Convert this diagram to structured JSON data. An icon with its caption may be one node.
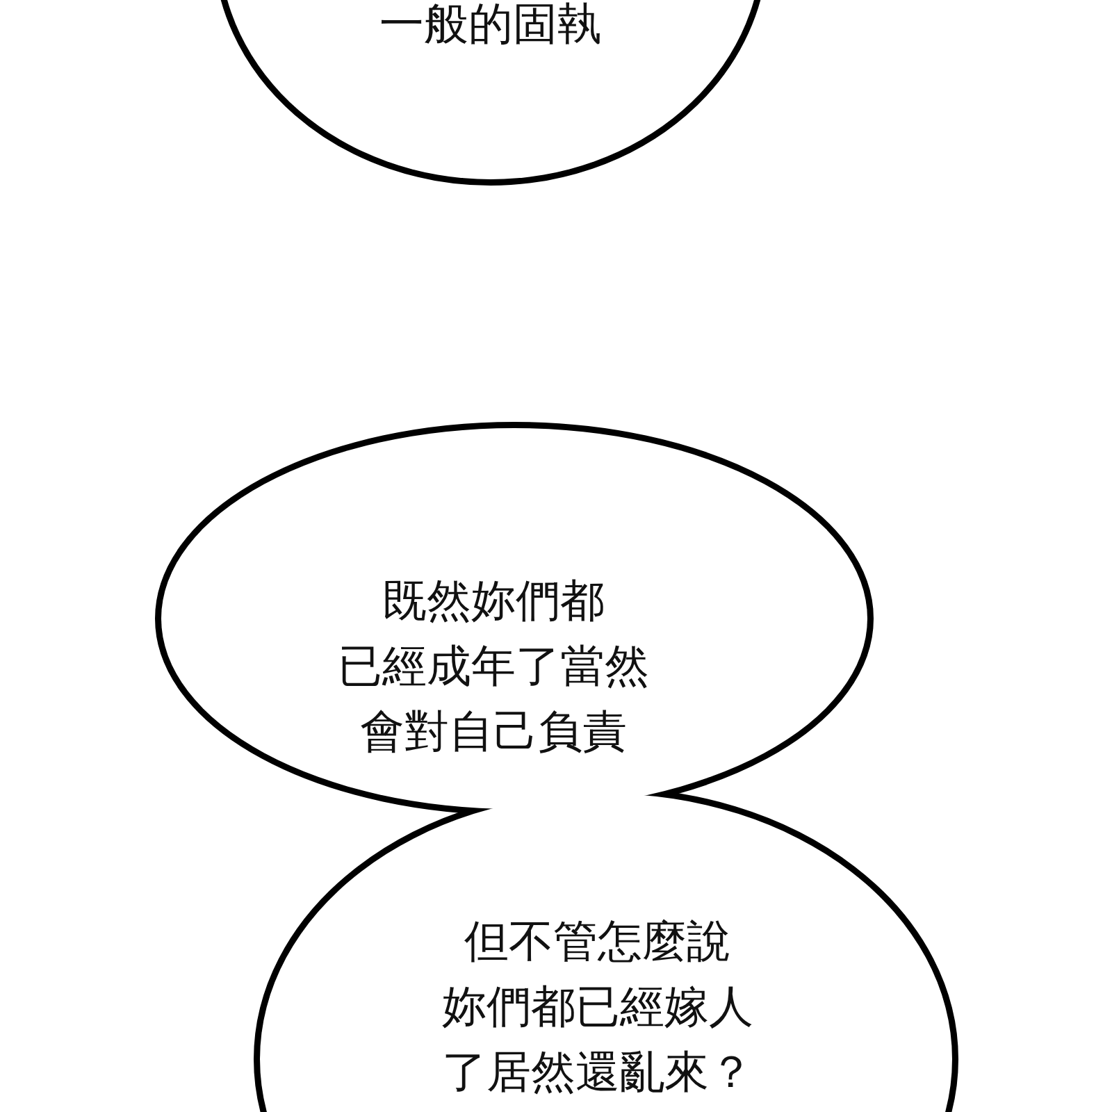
{
  "diagram": {
    "nodes": [
      {
        "text": [
          "一般的固執"
        ]
      },
      {
        "text": [
          "既然妳們都已經成年了當然會對自己負責"
        ]
      },
      {
        "text": [
          "但不管怎麼說妳們都已經嫁人了居然還亂來？"
        ]
      }
    ]
  }
}
